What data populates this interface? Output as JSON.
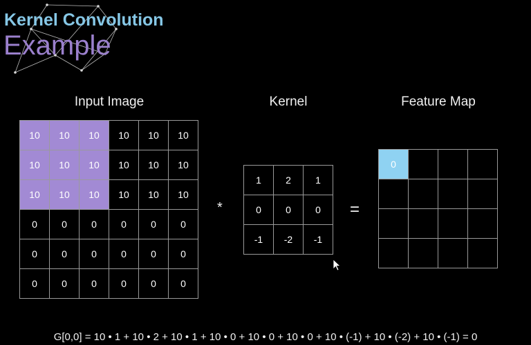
{
  "title": {
    "line1": "Kernel Convolution",
    "line2": "Example"
  },
  "labels": {
    "input": "Input Image",
    "kernel": "Kernel",
    "feature": "Feature Map"
  },
  "operators": {
    "convolve": "*",
    "equals": "="
  },
  "input_image": {
    "rows": [
      [
        "10",
        "10",
        "10",
        "10",
        "10",
        "10"
      ],
      [
        "10",
        "10",
        "10",
        "10",
        "10",
        "10"
      ],
      [
        "10",
        "10",
        "10",
        "10",
        "10",
        "10"
      ],
      [
        "0",
        "0",
        "0",
        "0",
        "0",
        "0"
      ],
      [
        "0",
        "0",
        "0",
        "0",
        "0",
        "0"
      ],
      [
        "0",
        "0",
        "0",
        "0",
        "0",
        "0"
      ]
    ],
    "highlight_rows": 3,
    "highlight_cols": 3
  },
  "kernel": {
    "rows": [
      [
        "1",
        "2",
        "1"
      ],
      [
        "0",
        "0",
        "0"
      ],
      [
        "-1",
        "-2",
        "-1"
      ]
    ]
  },
  "feature_map": {
    "rows": [
      [
        "0",
        "",
        "",
        ""
      ],
      [
        "",
        "",
        "",
        ""
      ],
      [
        "",
        "",
        "",
        ""
      ],
      [
        "",
        "",
        "",
        ""
      ]
    ],
    "highlight": [
      0,
      0
    ]
  },
  "equation": "G[0,0] = 10 • 1 + 10 • 2 + 10 • 1 + 10 • 0 + 10 • 0 + 10 • 0 + 10 • (-1) + 10 • (-2) + 10 • (-1) = 0",
  "colors": {
    "highlight": "#a28ad4",
    "feature_highlight": "#8fd2f2",
    "title1": "#86c7e6",
    "title2": "#9b80cd"
  }
}
